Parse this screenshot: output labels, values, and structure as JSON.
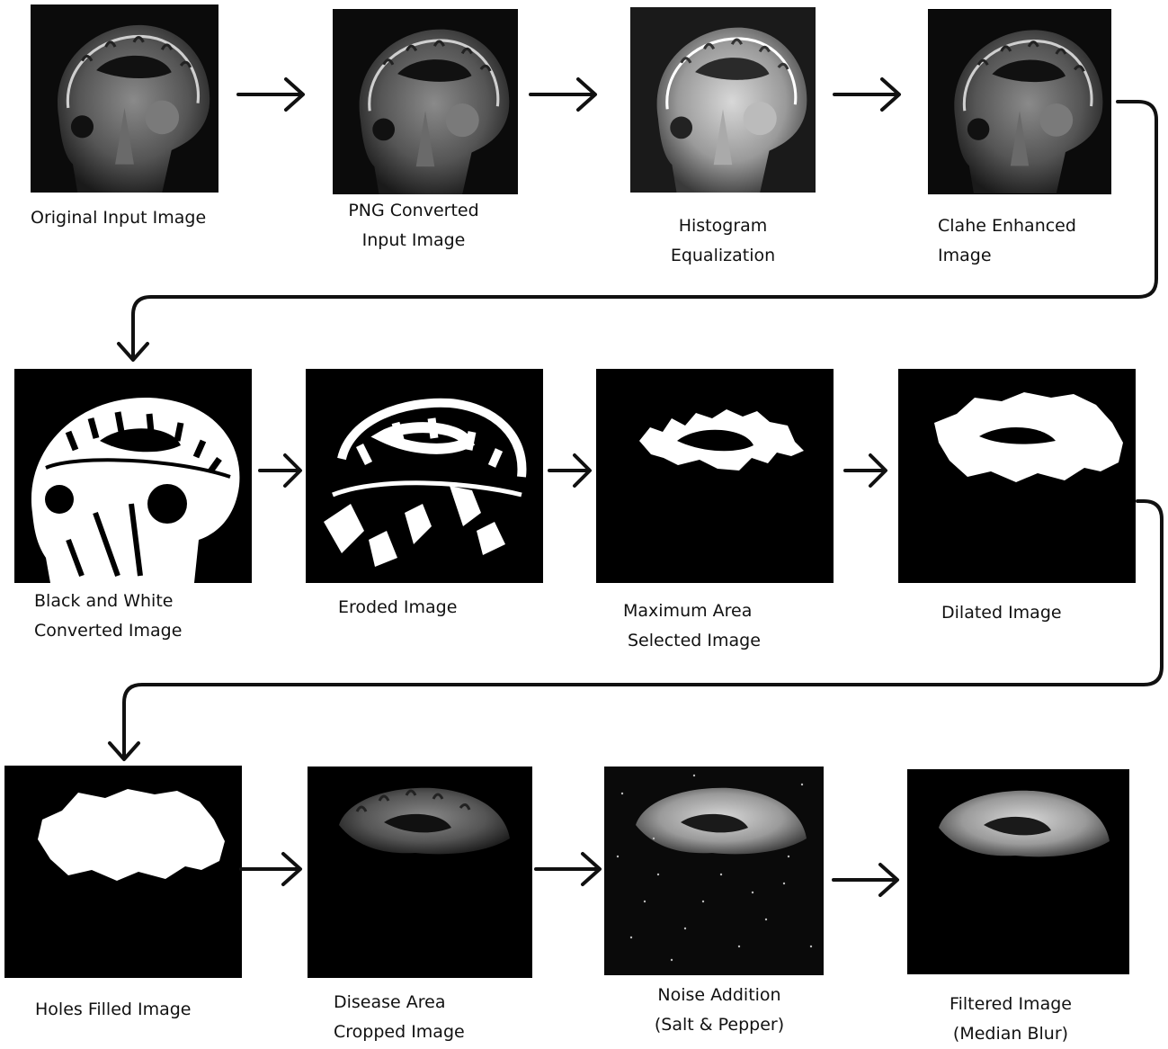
{
  "row1": [
    {
      "lines": [
        "Original Input Image"
      ]
    },
    {
      "lines": [
        "PNG Converted",
        "Input Image"
      ]
    },
    {
      "lines": [
        "Histogram",
        "Equalization"
      ]
    },
    {
      "lines": [
        "Clahe Enhanced",
        "Image"
      ]
    }
  ],
  "row2": [
    {
      "lines": [
        "Black and White",
        "Converted Image"
      ]
    },
    {
      "lines": [
        "Eroded Image"
      ]
    },
    {
      "lines": [
        "Maximum Area",
        "Selected Image"
      ]
    },
    {
      "lines": [
        "Dilated Image"
      ]
    }
  ],
  "row3": [
    {
      "lines": [
        "Holes Filled Image"
      ]
    },
    {
      "lines": [
        "Disease Area",
        "Cropped Image"
      ]
    },
    {
      "lines": [
        "Noise Addition",
        "(Salt & Pepper)"
      ]
    },
    {
      "lines": [
        "Filtered Image",
        "(Median Blur)"
      ]
    }
  ],
  "colors": {
    "background": "#ffffff",
    "arrow": "#111111",
    "panel": "#000000"
  }
}
